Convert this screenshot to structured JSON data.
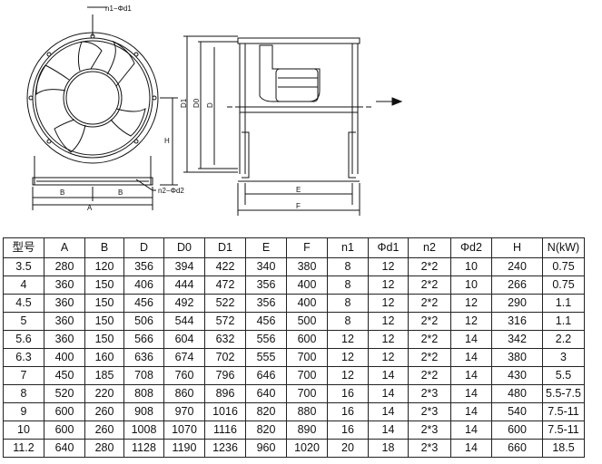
{
  "drawing": {
    "labels": {
      "n1_d1": "n1−Φd1",
      "n2_d2": "n2−Φd2",
      "b_left": "B",
      "b_right": "B",
      "a": "A",
      "h": "H",
      "d1": "D1",
      "d0": "D0",
      "d": "D",
      "e": "E",
      "f": "F"
    }
  },
  "table": {
    "headers": [
      "型号",
      "A",
      "B",
      "D",
      "D0",
      "D1",
      "E",
      "F",
      "n1",
      "Φd1",
      "n2",
      "Φd2",
      "H",
      "N(kW)"
    ],
    "rows": [
      [
        "3.5",
        "280",
        "120",
        "356",
        "394",
        "422",
        "340",
        "380",
        "8",
        "12",
        "2*2",
        "10",
        "240",
        "0.75"
      ],
      [
        "4",
        "360",
        "150",
        "406",
        "444",
        "472",
        "356",
        "400",
        "8",
        "12",
        "2*2",
        "10",
        "266",
        "0.75"
      ],
      [
        "4.5",
        "360",
        "150",
        "456",
        "492",
        "522",
        "356",
        "400",
        "8",
        "12",
        "2*2",
        "12",
        "290",
        "1.1"
      ],
      [
        "5",
        "360",
        "150",
        "506",
        "544",
        "572",
        "456",
        "500",
        "8",
        "12",
        "2*2",
        "12",
        "316",
        "1.1"
      ],
      [
        "5.6",
        "360",
        "150",
        "566",
        "604",
        "632",
        "556",
        "600",
        "12",
        "12",
        "2*2",
        "14",
        "342",
        "2.2"
      ],
      [
        "6.3",
        "400",
        "160",
        "636",
        "674",
        "702",
        "555",
        "700",
        "12",
        "12",
        "2*2",
        "14",
        "380",
        "3"
      ],
      [
        "7",
        "450",
        "185",
        "708",
        "760",
        "796",
        "646",
        "700",
        "12",
        "14",
        "2*2",
        "14",
        "430",
        "5.5"
      ],
      [
        "8",
        "520",
        "220",
        "808",
        "860",
        "896",
        "640",
        "700",
        "16",
        "14",
        "2*3",
        "14",
        "480",
        "5.5-7.5"
      ],
      [
        "9",
        "600",
        "260",
        "908",
        "970",
        "1016",
        "820",
        "880",
        "16",
        "14",
        "2*3",
        "14",
        "540",
        "7.5-11"
      ],
      [
        "10",
        "600",
        "260",
        "1008",
        "1070",
        "1116",
        "820",
        "890",
        "16",
        "14",
        "2*3",
        "14",
        "600",
        "7.5-11"
      ],
      [
        "11.2",
        "640",
        "280",
        "1128",
        "1190",
        "1236",
        "960",
        "1020",
        "20",
        "18",
        "2*3",
        "14",
        "660",
        "18.5"
      ]
    ]
  }
}
